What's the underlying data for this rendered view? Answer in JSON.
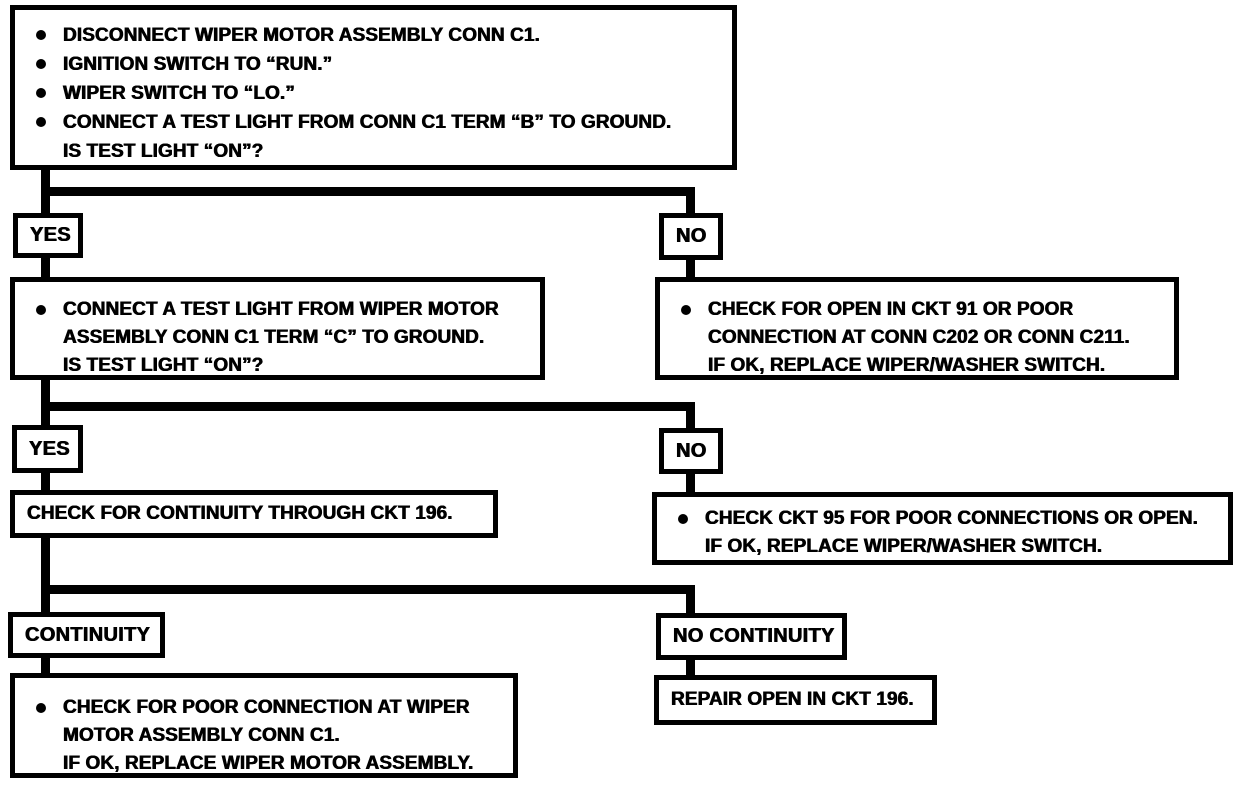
{
  "colors": {
    "ink": "#000000",
    "paper": "#ffffff"
  },
  "flowchart": {
    "start": {
      "bullets": [
        "DISCONNECT WIPER MOTOR ASSEMBLY CONN C1.",
        "IGNITION SWITCH TO “RUN.”",
        "WIPER SWITCH TO “LO.”",
        "CONNECT A TEST LIGHT FROM CONN C1 TERM “B” TO GROUND."
      ],
      "question": "IS TEST LIGHT “ON”?"
    },
    "branch_test_light_b": {
      "yes_label": "YES",
      "no_label": "NO"
    },
    "yes1_action": {
      "bullet_line": "CONNECT A TEST LIGHT FROM WIPER MOTOR",
      "lines": [
        "ASSEMBLY CONN C1 TERM “C” TO GROUND.",
        "IS TEST LIGHT “ON”?"
      ]
    },
    "no1_action": {
      "bullet_line": "CHECK FOR OPEN IN CKT 91 OR POOR",
      "lines": [
        "CONNECTION AT CONN C202 OR CONN C211.",
        "IF OK, REPLACE WIPER/WASHER SWITCH."
      ]
    },
    "branch_test_light_c": {
      "yes_label": "YES",
      "no_label": "NO"
    },
    "yes2_action": {
      "line": "CHECK FOR CONTINUITY THROUGH CKT 196."
    },
    "no2_action": {
      "bullet_line": "CHECK CKT 95 FOR POOR CONNECTIONS OR OPEN.",
      "lines": [
        "IF OK, REPLACE WIPER/WASHER SWITCH."
      ]
    },
    "branch_continuity": {
      "yes_label": "CONTINUITY",
      "no_label": "NO CONTINUITY"
    },
    "continuity_action": {
      "bullet_line": "CHECK FOR POOR CONNECTION AT WIPER",
      "lines": [
        "MOTOR ASSEMBLY CONN C1.",
        "IF OK, REPLACE WIPER MOTOR ASSEMBLY."
      ]
    },
    "no_continuity_action": {
      "line": "REPAIR OPEN IN CKT 196."
    }
  }
}
